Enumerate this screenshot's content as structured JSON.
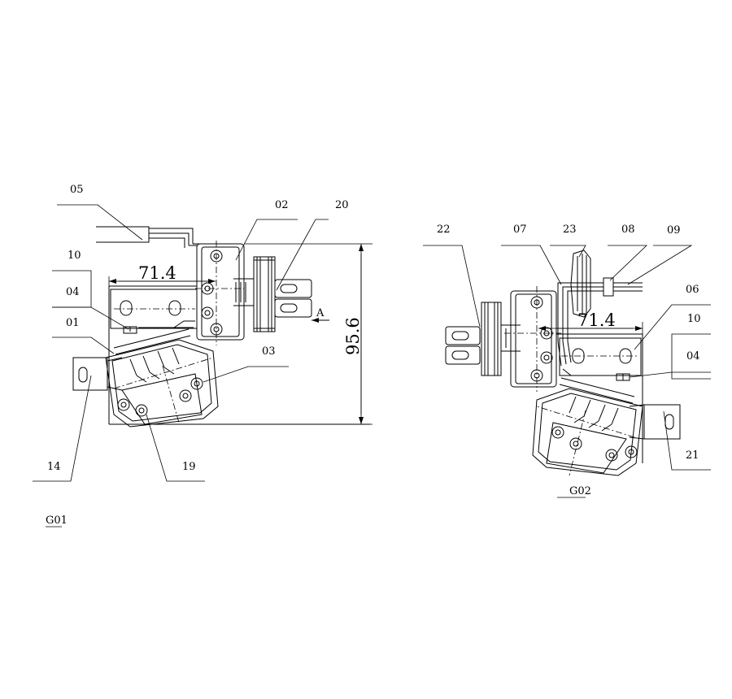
{
  "views": [
    {
      "id": "G01",
      "caption": "G01",
      "dimensions": {
        "horizontal": "71.4",
        "vertical": "95.6"
      },
      "view_marker": "A",
      "part_labels": [
        "05",
        "02",
        "20",
        "10",
        "04",
        "01",
        "03",
        "14",
        "19"
      ]
    },
    {
      "id": "G02",
      "caption": "G02",
      "dimensions": {
        "horizontal": "71.4"
      },
      "part_labels": [
        "22",
        "07",
        "23",
        "08",
        "09",
        "06",
        "10",
        "04",
        "21"
      ]
    }
  ]
}
